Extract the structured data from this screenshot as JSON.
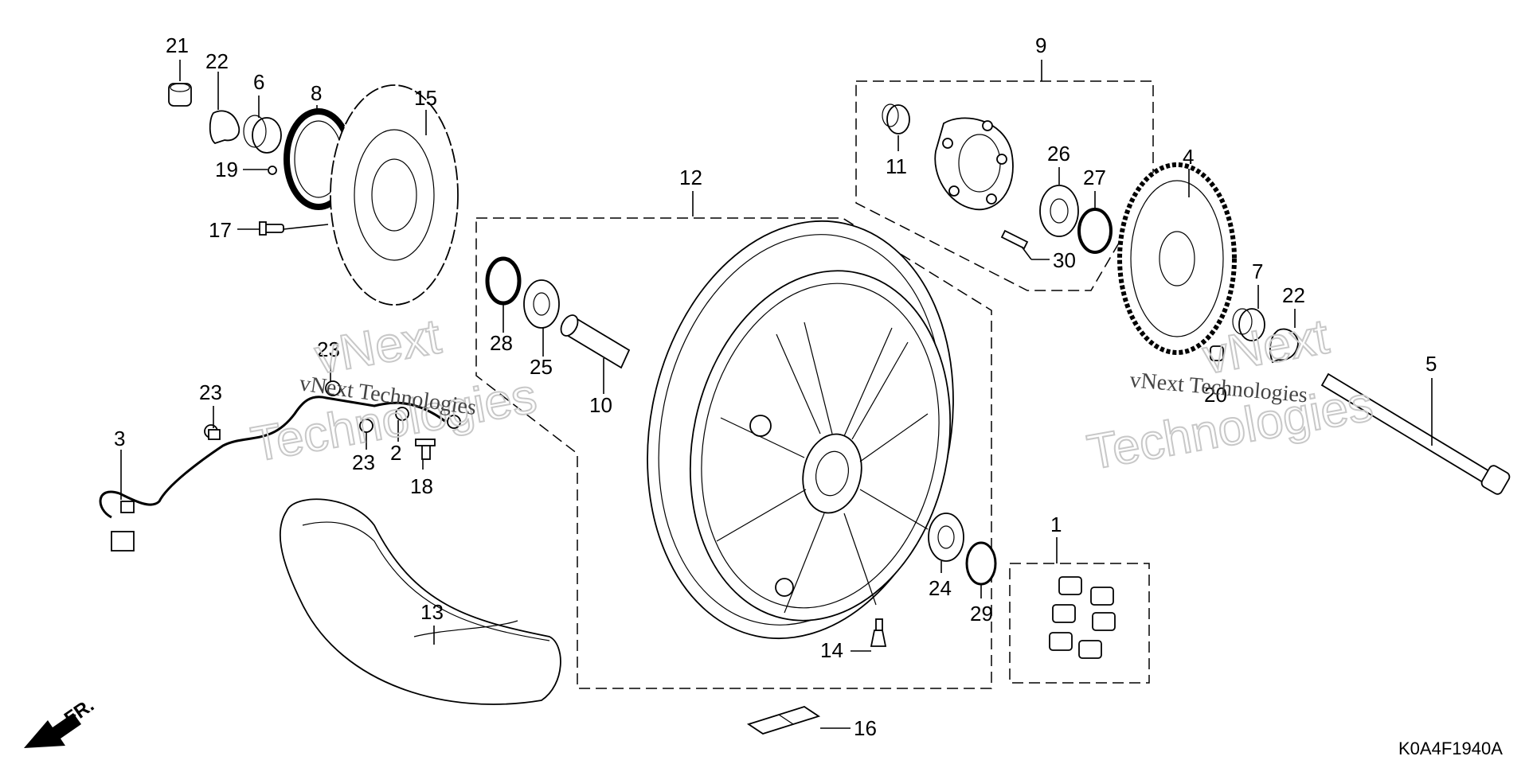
{
  "diagram": {
    "part_labels": [
      "21",
      "22",
      "6",
      "8",
      "15",
      "19",
      "17",
      "23",
      "23",
      "23",
      "2",
      "18",
      "3",
      "13",
      "12",
      "28",
      "25",
      "10",
      "14",
      "16",
      "9",
      "11",
      "26",
      "27",
      "30",
      "4",
      "7",
      "22",
      "20",
      "5",
      "24",
      "29",
      "1"
    ],
    "front_indicator": "FR.",
    "diagram_code": "K0A4F1940A",
    "watermark_line1": "vNext",
    "watermark_line2": "Technologies",
    "watermark_inline": "vNext Technologies"
  }
}
